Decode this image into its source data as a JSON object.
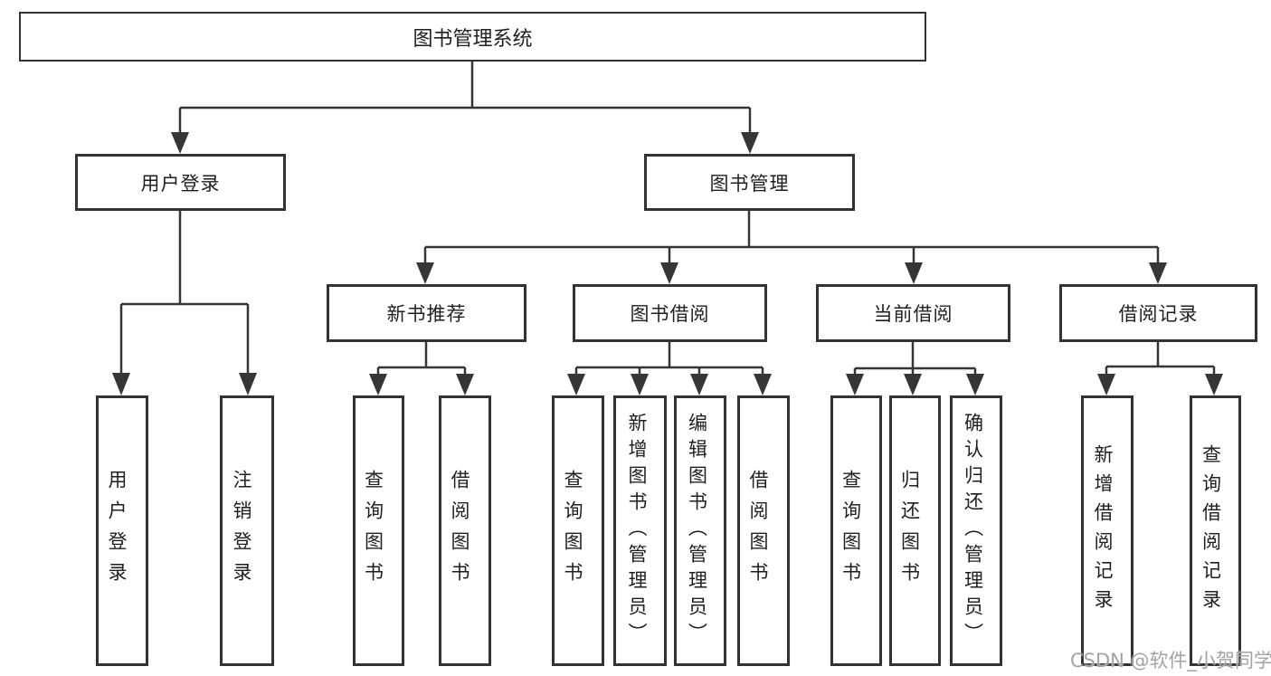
{
  "diagram": {
    "root": {
      "label": "图书管理系统"
    },
    "level1": [
      {
        "label": "用户登录"
      },
      {
        "label": "图书管理"
      }
    ],
    "level2": [
      {
        "label": "新书推荐"
      },
      {
        "label": "图书借阅"
      },
      {
        "label": "当前借阅"
      },
      {
        "label": "借阅记录"
      }
    ],
    "leaves": {
      "user_login": [
        "用户登录",
        "注销登录"
      ],
      "new_book_recommend": [
        "查询图书",
        "借阅图书"
      ],
      "book_borrow": [
        "查询图书",
        "新增图书（管理员）",
        "编辑图书（管理员）",
        "借阅图书"
      ],
      "current_borrow": [
        "查询图书",
        "归还图书",
        "确认归还（管理员）"
      ],
      "borrow_records": [
        "新增借阅记录",
        "查询借阅记录"
      ]
    }
  },
  "watermark": {
    "text": "CSDN @软件_小贺同学"
  },
  "colors": {
    "line": "#363636",
    "box_border": "#333333",
    "text": "#1f1f1f",
    "watermark": "#a3a3a3",
    "background": "#ffffff"
  }
}
